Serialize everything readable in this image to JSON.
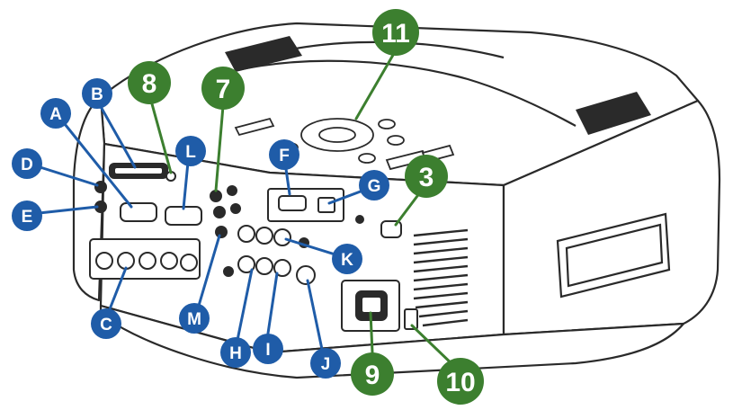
{
  "colors": {
    "letter_callout": "#1f5ca8",
    "number_callout": "#3c7f2f",
    "label_text": "#ffffff",
    "line_art": "#2a2a2a",
    "body_fill": "#ffffff"
  },
  "letter_callouts": {
    "A": "A",
    "B": "B",
    "C": "C",
    "D": "D",
    "E": "E",
    "F": "F",
    "G": "G",
    "H": "H",
    "I": "I",
    "J": "J",
    "K": "K",
    "L": "L",
    "M": "M"
  },
  "number_callouts": {
    "n3": "3",
    "n7": "7",
    "n8": "8",
    "n9": "9",
    "n10": "10",
    "n11": "11"
  }
}
